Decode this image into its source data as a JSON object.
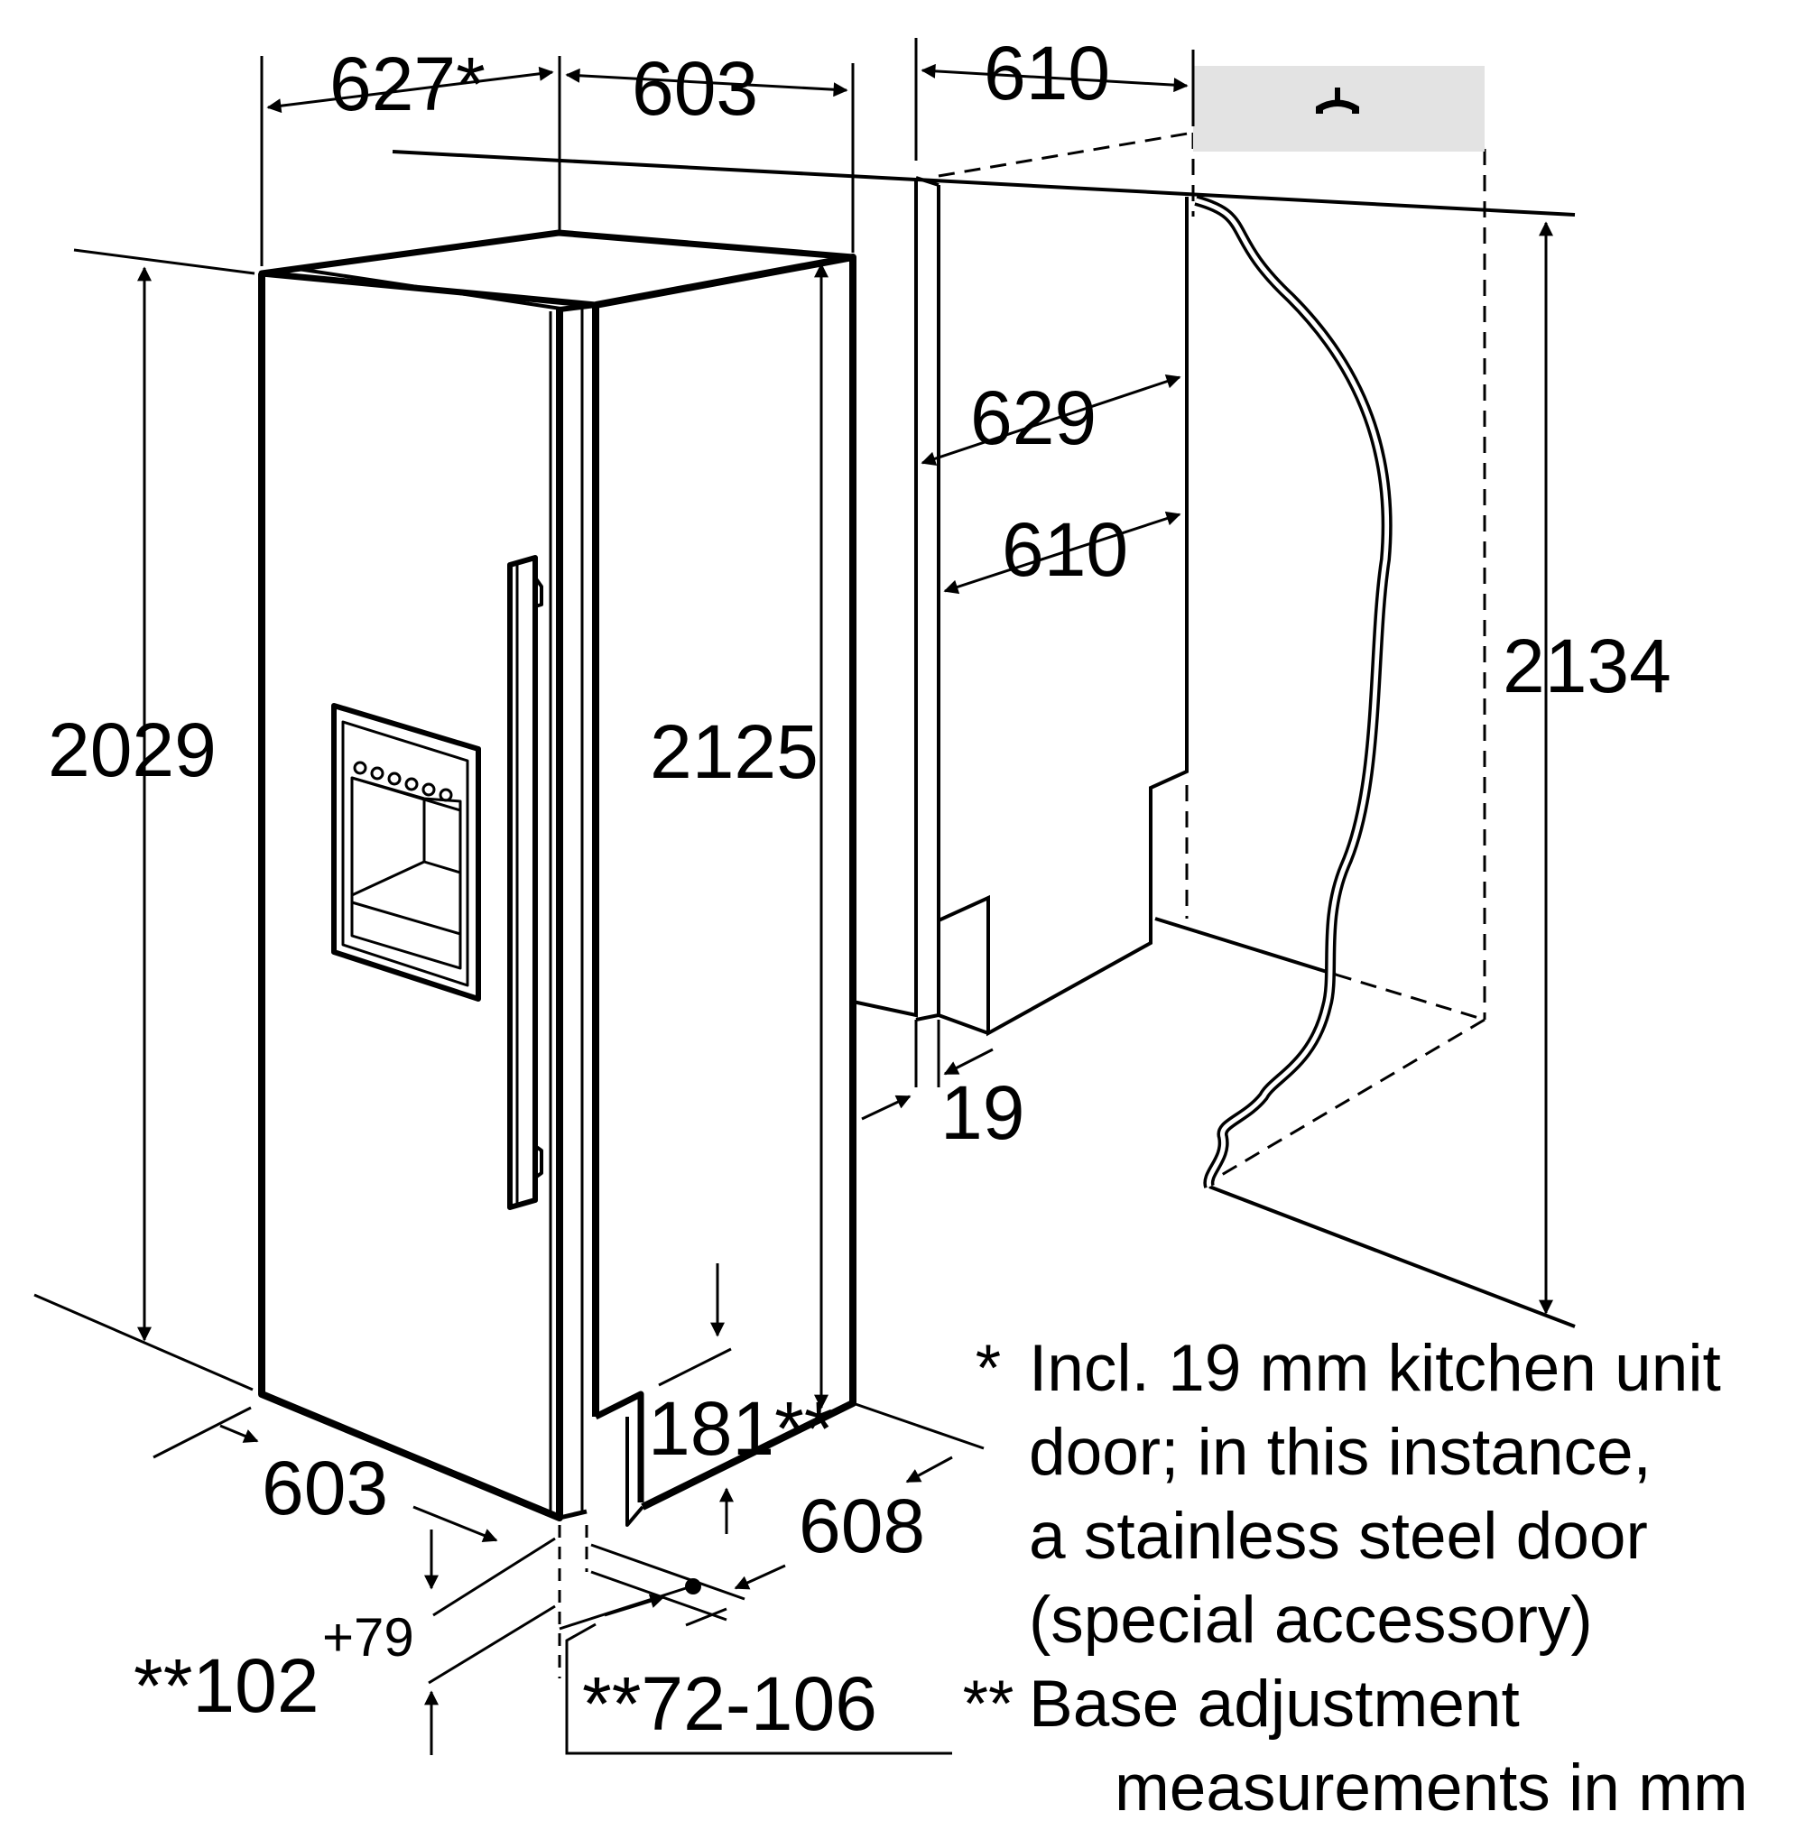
{
  "dimensions": {
    "top_left_width": "627*",
    "top_mid_width": "603",
    "top_niche_width": "610",
    "left_height": "2029",
    "door_height": "2125",
    "niche_height": "2134",
    "niche_depth_outer": "629",
    "niche_depth_inner": "610",
    "door_panel_thickness": "19",
    "bottom_width": "603",
    "bottom_depth": "608",
    "base_height": "181**",
    "base_offset_main": "**102",
    "base_offset_sup": "+79",
    "base_range": "**72-106"
  },
  "legend": {
    "note1_mark": "*",
    "note1_lines": [
      "Incl. 19 mm kitchen unit",
      "door; in this instance,",
      "a stainless steel door",
      "(special accessory)"
    ],
    "note2_mark": "**",
    "note2_line": "Base adjustment",
    "units_line": "measurements in mm"
  },
  "icons": {
    "socket": "power-socket-icon"
  },
  "colors": {
    "line": "#000000",
    "socket_area": "#e3e3e3",
    "background": "#ffffff"
  }
}
